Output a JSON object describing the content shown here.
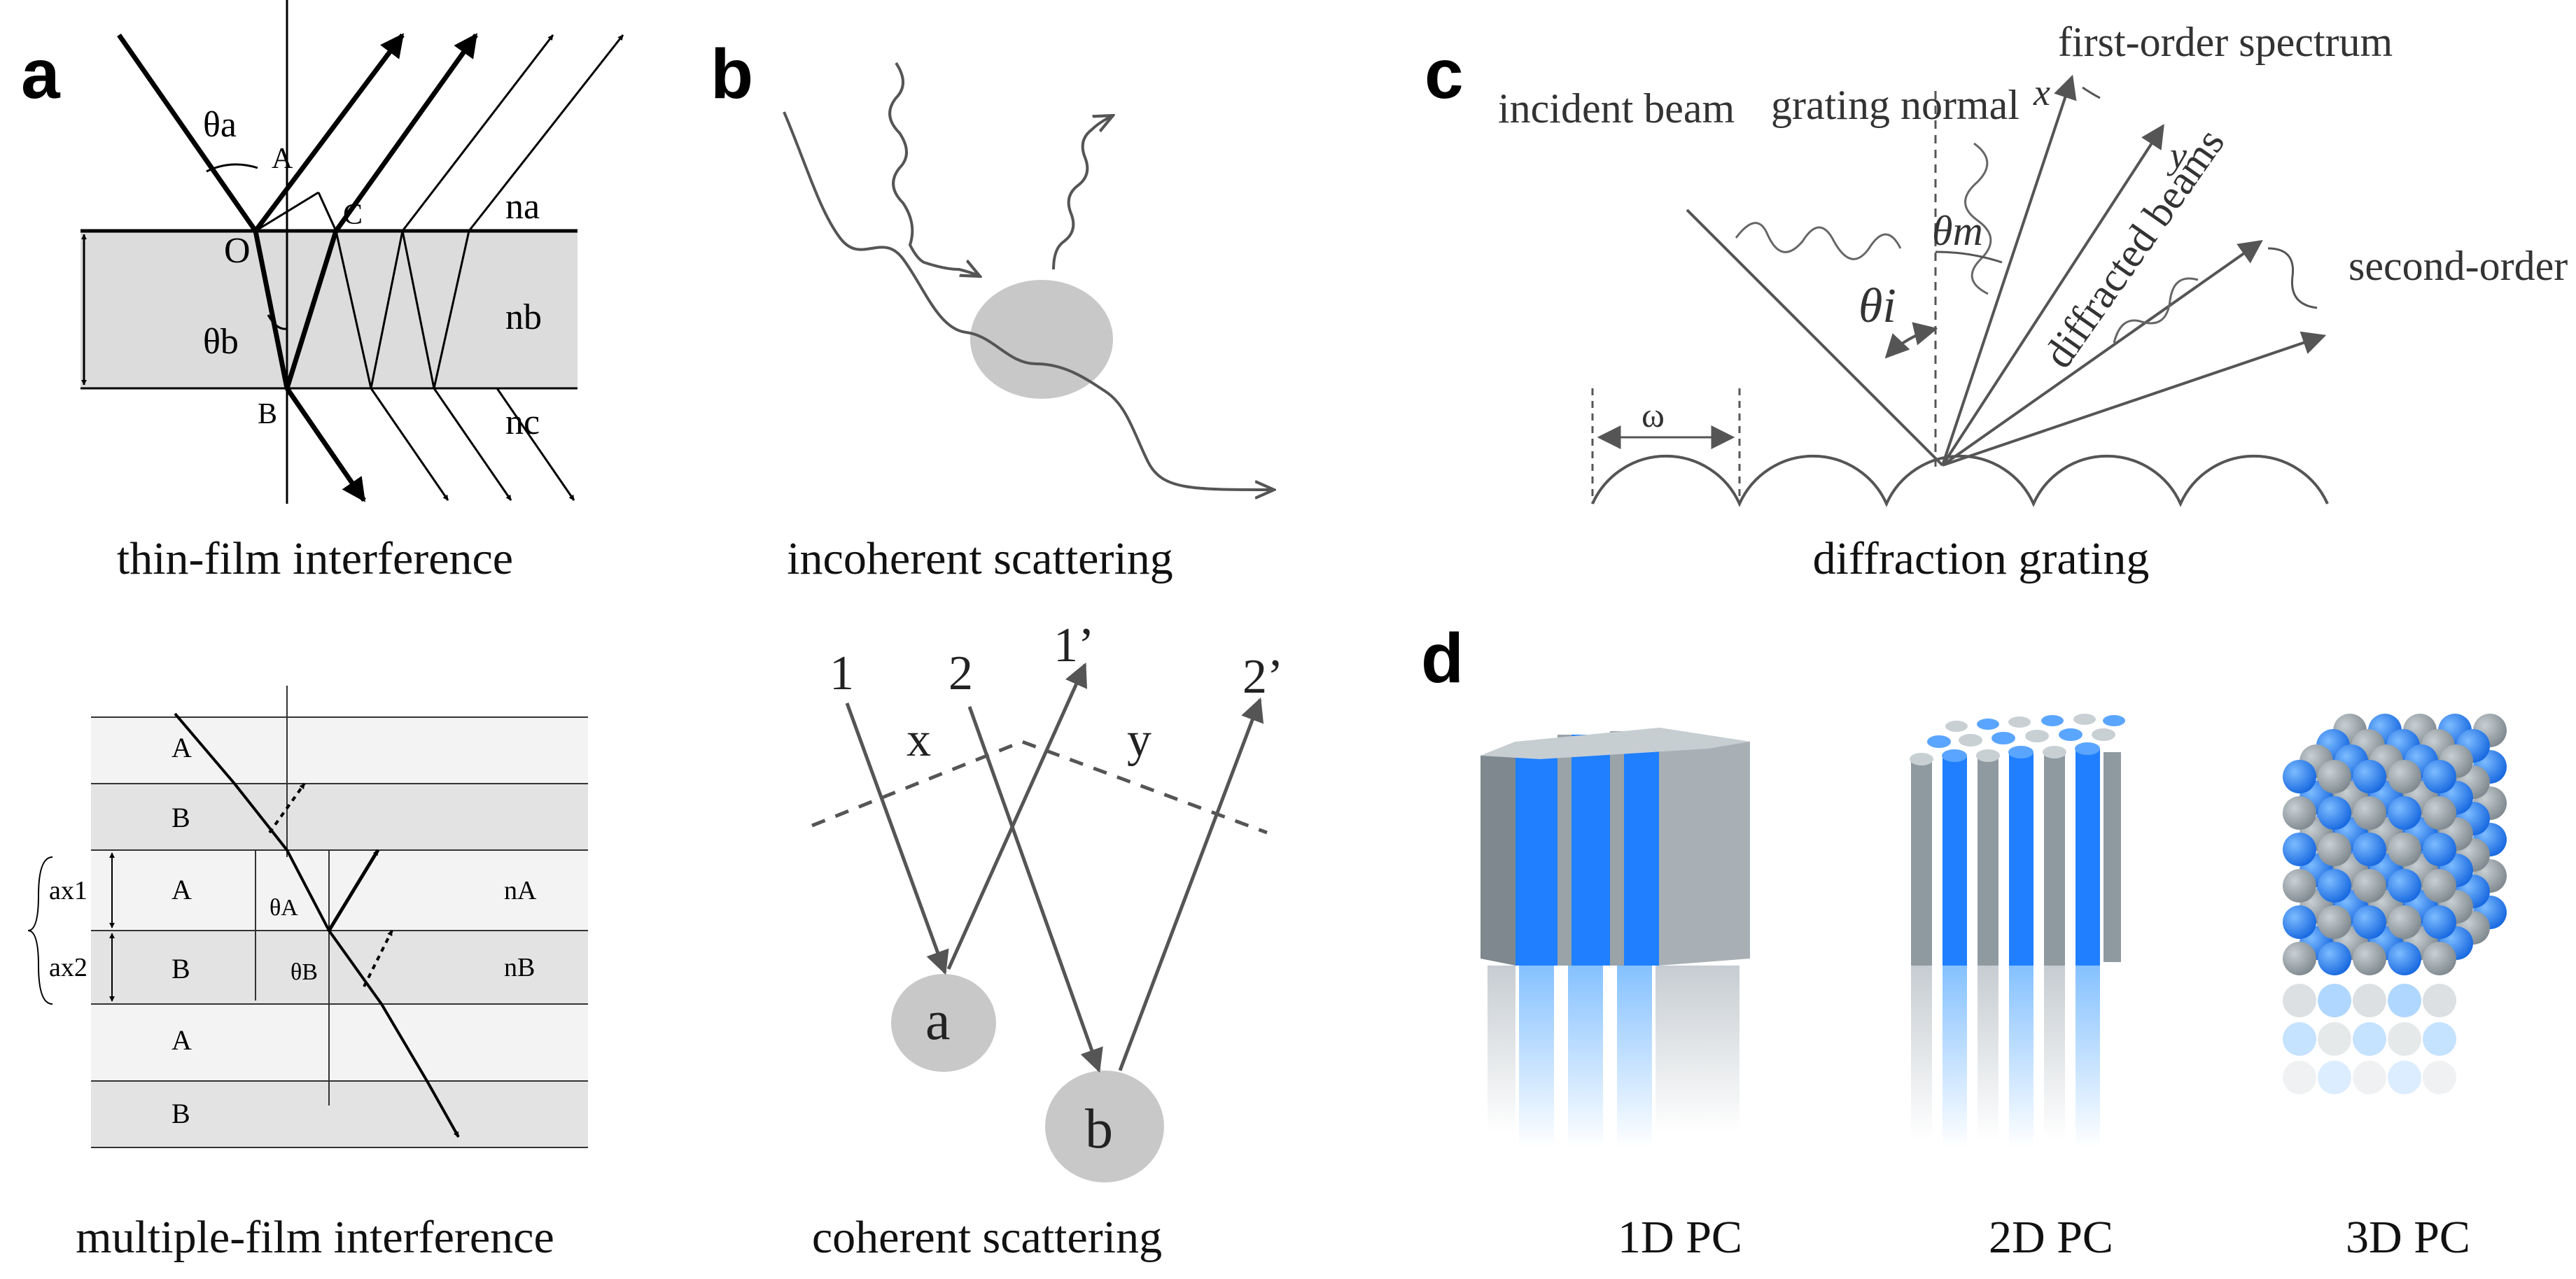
{
  "panels": {
    "a": {
      "label": "a",
      "thin_caption": "thin-film interference",
      "multi_caption": "multiple-film interference",
      "points": {
        "O": "O",
        "A": "A",
        "B": "B",
        "C": "C"
      },
      "angles": {
        "theta_a": "θa",
        "theta_b": "θb",
        "theta_A": "θA",
        "theta_B": "θB"
      },
      "indices": {
        "na": "na",
        "nb": "nb",
        "nc": "nc",
        "nA": "nA",
        "nB": "nB"
      },
      "layers": [
        "A",
        "B",
        "A",
        "B",
        "A",
        "B"
      ],
      "thickness": {
        "ax1": "ax1",
        "ax2": "ax2"
      }
    },
    "b": {
      "label": "b",
      "incoherent_caption": "incoherent scattering",
      "coherent_caption": "coherent scattering",
      "rays": {
        "r1": "1",
        "r2": "2",
        "r1p": "1’",
        "r2p": "2’"
      },
      "paths": {
        "x": "x",
        "y": "y"
      },
      "scatterers": {
        "a": "a",
        "b": "b"
      }
    },
    "c": {
      "label": "c",
      "caption": "diffraction grating",
      "incident_beam": "incident beam",
      "grating_normal": "grating normal",
      "first_order": "first-order spectrum",
      "diffracted_beams": "diffracted beams",
      "second_order": "second-order spectrum",
      "theta_m": "θm",
      "theta_i": "θi",
      "omega": "ω",
      "x": "x",
      "y": "y"
    },
    "d": {
      "label": "d",
      "labels": [
        "1D PC",
        "2D PC",
        "3D PC"
      ]
    }
  },
  "colors": {
    "blue": "#1f7fff",
    "gray": "#8f9aa0",
    "layer": "#dcdcdc",
    "scatterer": "#c8c8c8"
  }
}
